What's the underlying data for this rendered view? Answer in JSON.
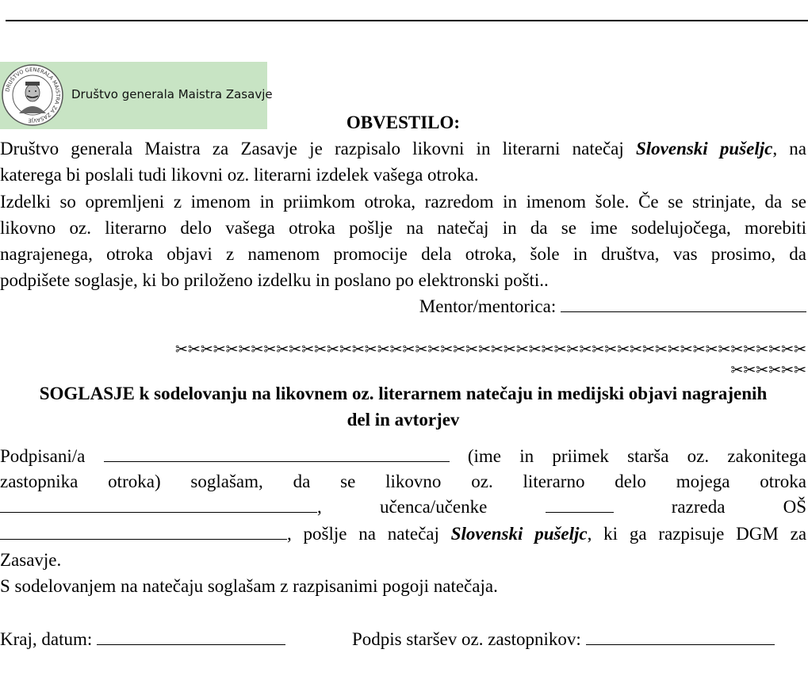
{
  "logo": {
    "seal_text": "DRUŠTVO GENERALA MAISTRA ZA ZASAVJE",
    "name": "Društvo generala Maistra Zasavje"
  },
  "notice": {
    "title": "OBVESTILO:",
    "p1_line1_a": "Društvo generala Maistra za Zasavje je razpisalo likovni in literarni natečaj",
    "p1_line1_em": "Slovenski pušeljc",
    "p1_line1_b": ", na",
    "p1_line2": "katerega bi poslali tudi likovni oz. literarni izdelek vašega otroka.",
    "p2_line1": "Izdelki so opremljeni z imenom in priimkom otroka, razredom in imenom šole. Če se strinjate, da se",
    "p2_line2": "likovno oz. literarno delo vašega otroka pošlje na natečaj in da se ime sodelujočega, morebiti",
    "p2_line3": "nagrajenega, otroka objavi z namenom promocije dela otroka, šole in društva, vas prosimo, da",
    "p2_line4": "podpišete soglasje, ki bo priloženo izdelku in poslano po elektronski pošti..",
    "mentor_label": "Mentor/mentorica:"
  },
  "cut_line": {
    "row1": "✂✂✂✂✂✂✂✂✂✂✂✂✂✂✂✂✂✂✂✂✂✂✂✂✂✂✂✂✂✂✂✂✂✂✂✂✂✂✂✂✂✂✂✂✂✂✂✂✂✂",
    "row2": "✂✂✂✂✂✂"
  },
  "consent": {
    "title_line1": "SOGLASJE k sodelovanju na likovnem oz. literarnem natečaju in medijski objavi nagrajenih",
    "title_line2": "del in avtorjev",
    "l1_a": "Podpisani/a",
    "l1_b": "(ime in priimek starša oz. zakonitega",
    "l2": "zastopnika otroka) soglašam, da se likovno oz. literarno delo mojega otroka",
    "l3_a": ",",
    "l3_b": "učenca/učenke",
    "l3_c": "razreda",
    "l3_d": "OŠ",
    "l4_a": ", pošlje na natečaj",
    "l4_em": "Slovenski pušeljc",
    "l4_b": ", ki ga razpisuje DGM za",
    "l5": "Zasavje.",
    "l6": "S sodelovanjem na natečaju soglašam z razpisanimi pogoji natečaja.",
    "place_date_label": "Kraj, datum:",
    "signature_label": "Podpis staršev oz. zastopnikov:"
  }
}
